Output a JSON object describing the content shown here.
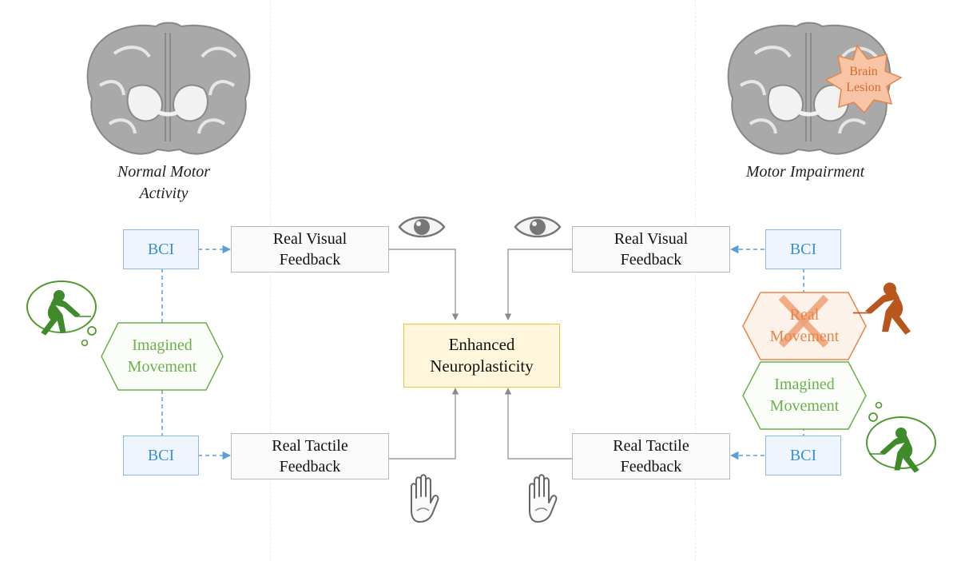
{
  "left": {
    "caption": "Normal Motor\nActivity",
    "bci_top": "BCI",
    "bci_bottom": "BCI",
    "visual_feedback": "Real Visual\nFeedback",
    "tactile_feedback": "Real Tactile\nFeedback",
    "imagined_movement": "Imagined\nMovement"
  },
  "right": {
    "caption": "Motor Impairment",
    "lesion": "Brain\nLesion",
    "bci_top": "BCI",
    "bci_bottom": "BCI",
    "visual_feedback": "Real Visual\nFeedback",
    "tactile_feedback": "Real Tactile\nFeedback",
    "real_movement": "Real\nMovement",
    "imagined_movement": "Imagined\nMovement"
  },
  "center": {
    "enhanced": "Enhanced\nNeuroplasticity"
  },
  "colors": {
    "bci": "#3c8fd3",
    "imagined": "#5aa23c",
    "real_movement": "#e8844a",
    "enhanced_border": "#f3c23c",
    "brain": "#9a9a9a"
  },
  "icons": [
    "brain-icon",
    "eye-icon",
    "hand-icon",
    "fencer-icon",
    "lesion-star-icon"
  ]
}
